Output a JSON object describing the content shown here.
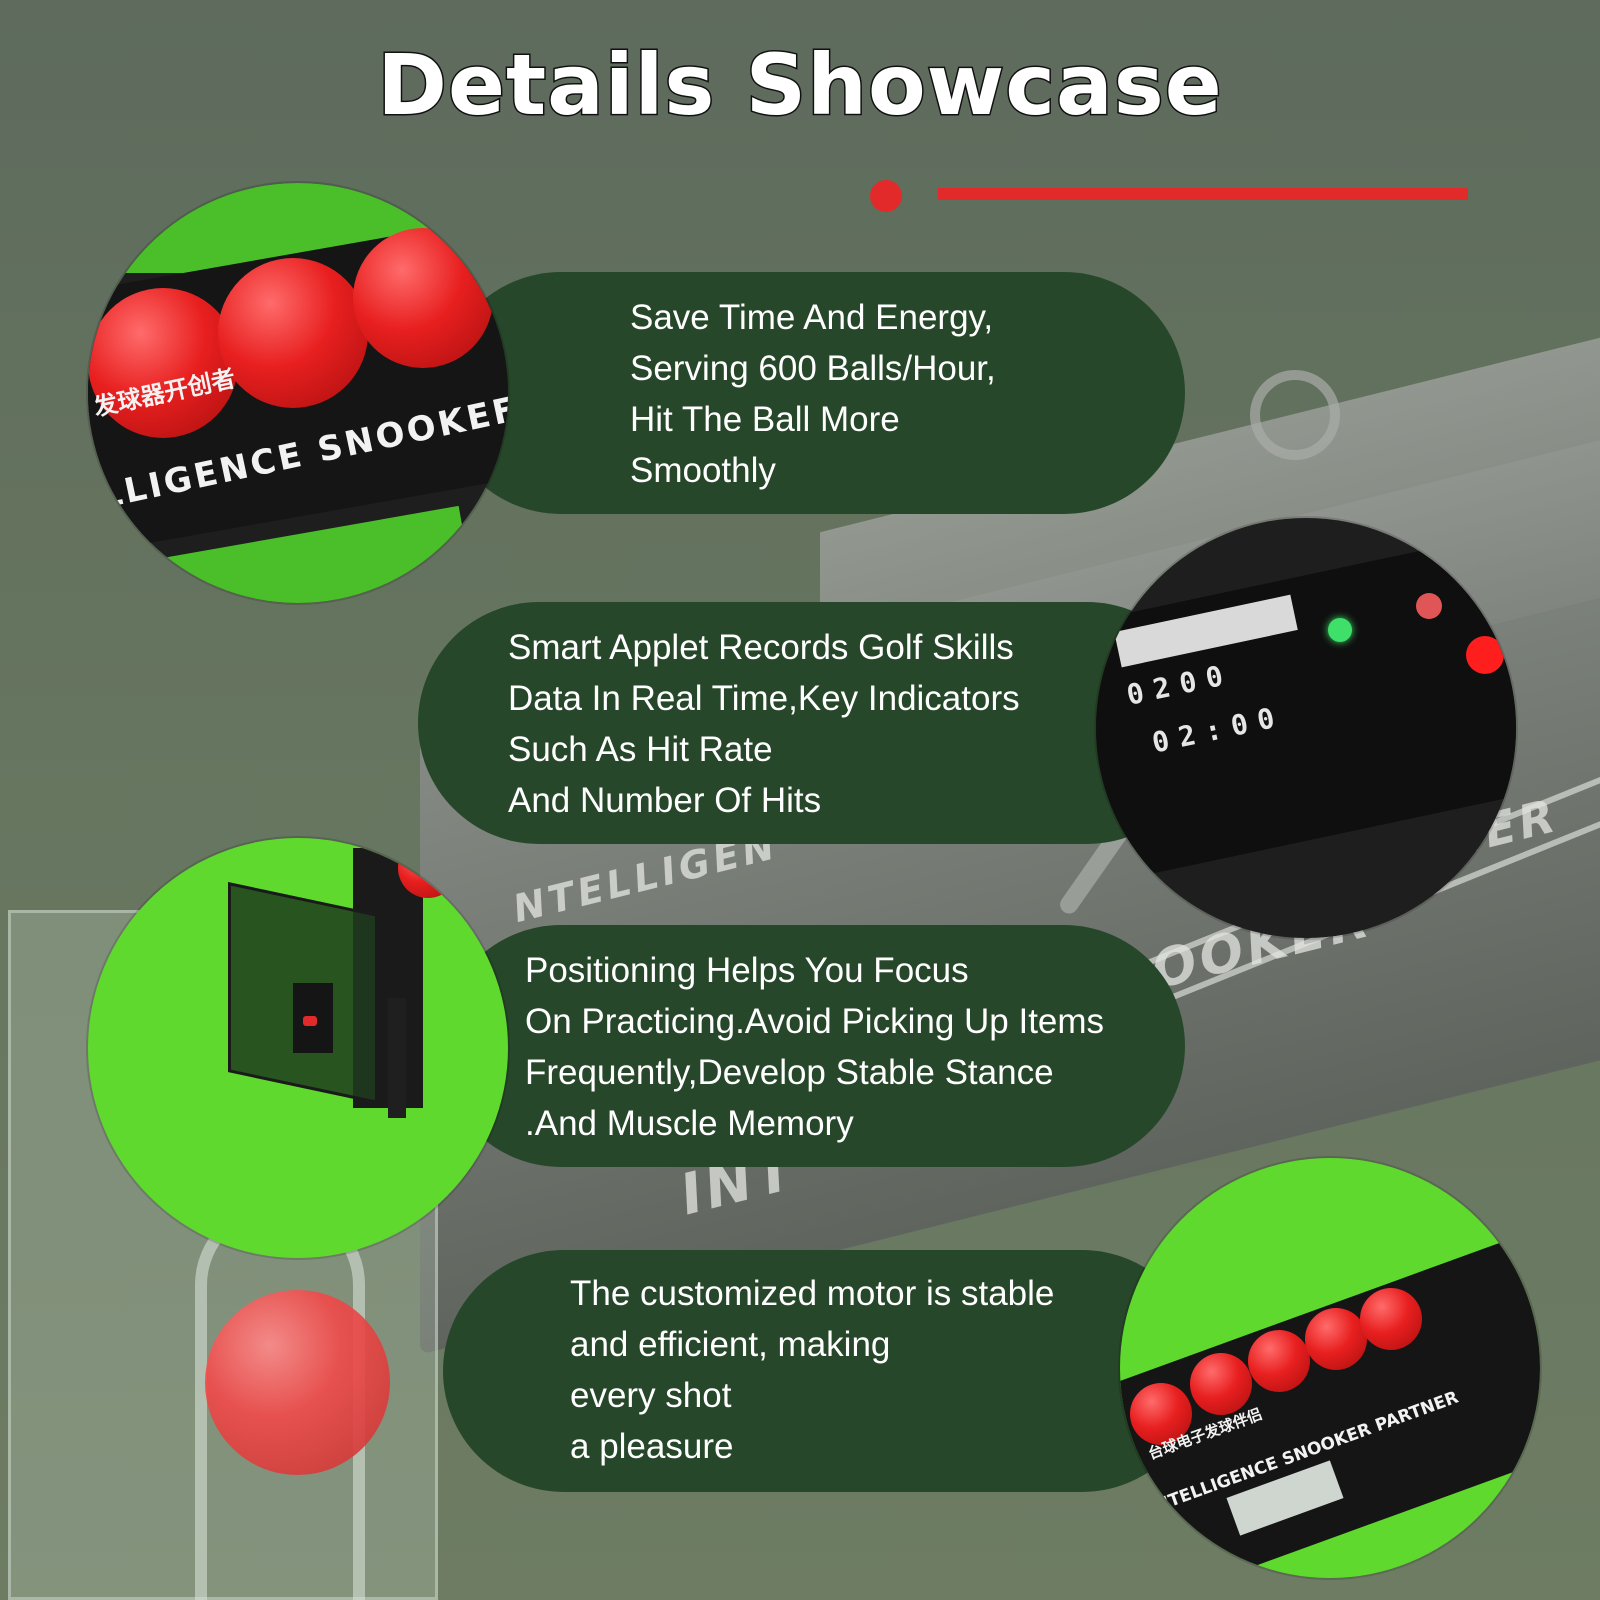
{
  "title": "Details Showcase",
  "accent_color": "#e22a2a",
  "pill_color": "#27472a",
  "features": [
    {
      "text": "Save Time And Energy,\nServing 600 Balls/Hour,\n   Hit The Ball More\n       Smoothly"
    },
    {
      "text": "Smart Applet Records Golf Skills\nData In Real Time,Key Indicators\n            Such As Hit Rate\n         And Number Of Hits"
    },
    {
      "text": "     Positioning Helps You Focus\n On Practicing.Avoid Picking Up Items\nFrequently,Develop Stable Stance\n       .And Muscle Memory"
    },
    {
      "text": "The customized motor is stable\n        and efficient, making\n               every shot\n               a pleasure"
    }
  ],
  "photos": {
    "p1": {
      "label_cn": "发球器开创者",
      "label_en": "LLIGENCE SNOOKEF"
    },
    "p2": {
      "digits_1": "0200",
      "digits_2": "02:00"
    },
    "p4": {
      "label_cn": "台球电子发球伴侣",
      "label_en": "INTELLIGENCE SNOOKER PARTNER"
    }
  },
  "background_text": {
    "t1": "OOKER",
    "t2": "RTNER",
    "t3": "INT",
    "t4": "NTELLIGEN"
  }
}
